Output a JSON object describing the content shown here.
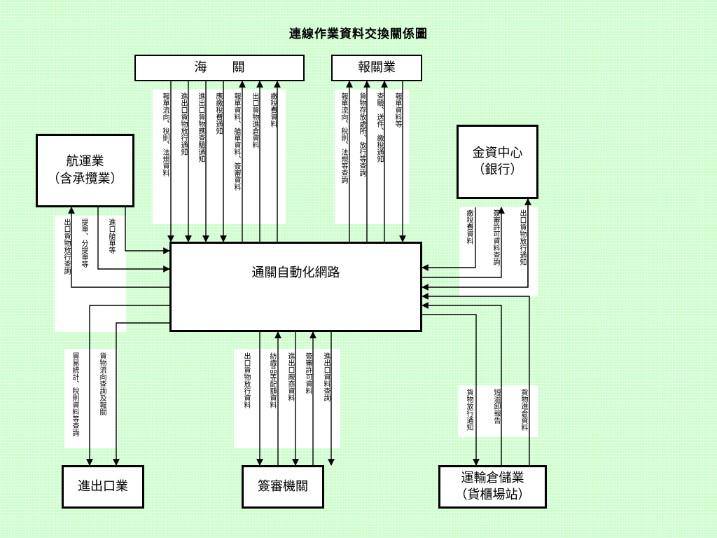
{
  "title": "連線作業資料交換關係圖",
  "nodes": {
    "customs": "海　　關",
    "broker": "報關業",
    "shipping": [
      "航運業",
      "（含承攬業）"
    ],
    "finance": [
      "金資中心",
      "（銀行）"
    ],
    "network": "通關自動化網路",
    "importer": "進出口業",
    "approval": "簽審機關",
    "warehouse": [
      "運輸倉儲業",
      "（貨櫃場站）"
    ]
  },
  "flow_labels": {
    "customs": [
      "報單流向、稅則、法規資料",
      "進出口貨物放行通知",
      "進出口貨物應查驗通知",
      "應繳稅費通知",
      "報單資料、艙單資料、簽審資料",
      "出口貨物進倉資料",
      "繳稅費資料"
    ],
    "broker": [
      "報單流向、稅則、法規等查詢",
      "貨物存放處所、放行等查詢",
      "查驗、送件、繳稅通知",
      "報單資料等"
    ],
    "shipping": [
      "出口貨物放行查詢",
      "提單、分提單等",
      "進口艙單等"
    ],
    "finance": [
      "繳稅費資料",
      "簽審許可資料查詢",
      "出口貨物放行通知"
    ],
    "importer": [
      "貿易統計、稅則資料等查詢",
      "貨物流向查詢及報關"
    ],
    "approval": [
      "出口貨物放行資料",
      "紡織品等配額資料",
      "進出口廠商資料",
      "簽審許可資料",
      "進出口資料查詢"
    ],
    "warehouse": [
      "貨物放行通知",
      "短溢卸報告",
      "貨物進倉資料"
    ]
  }
}
